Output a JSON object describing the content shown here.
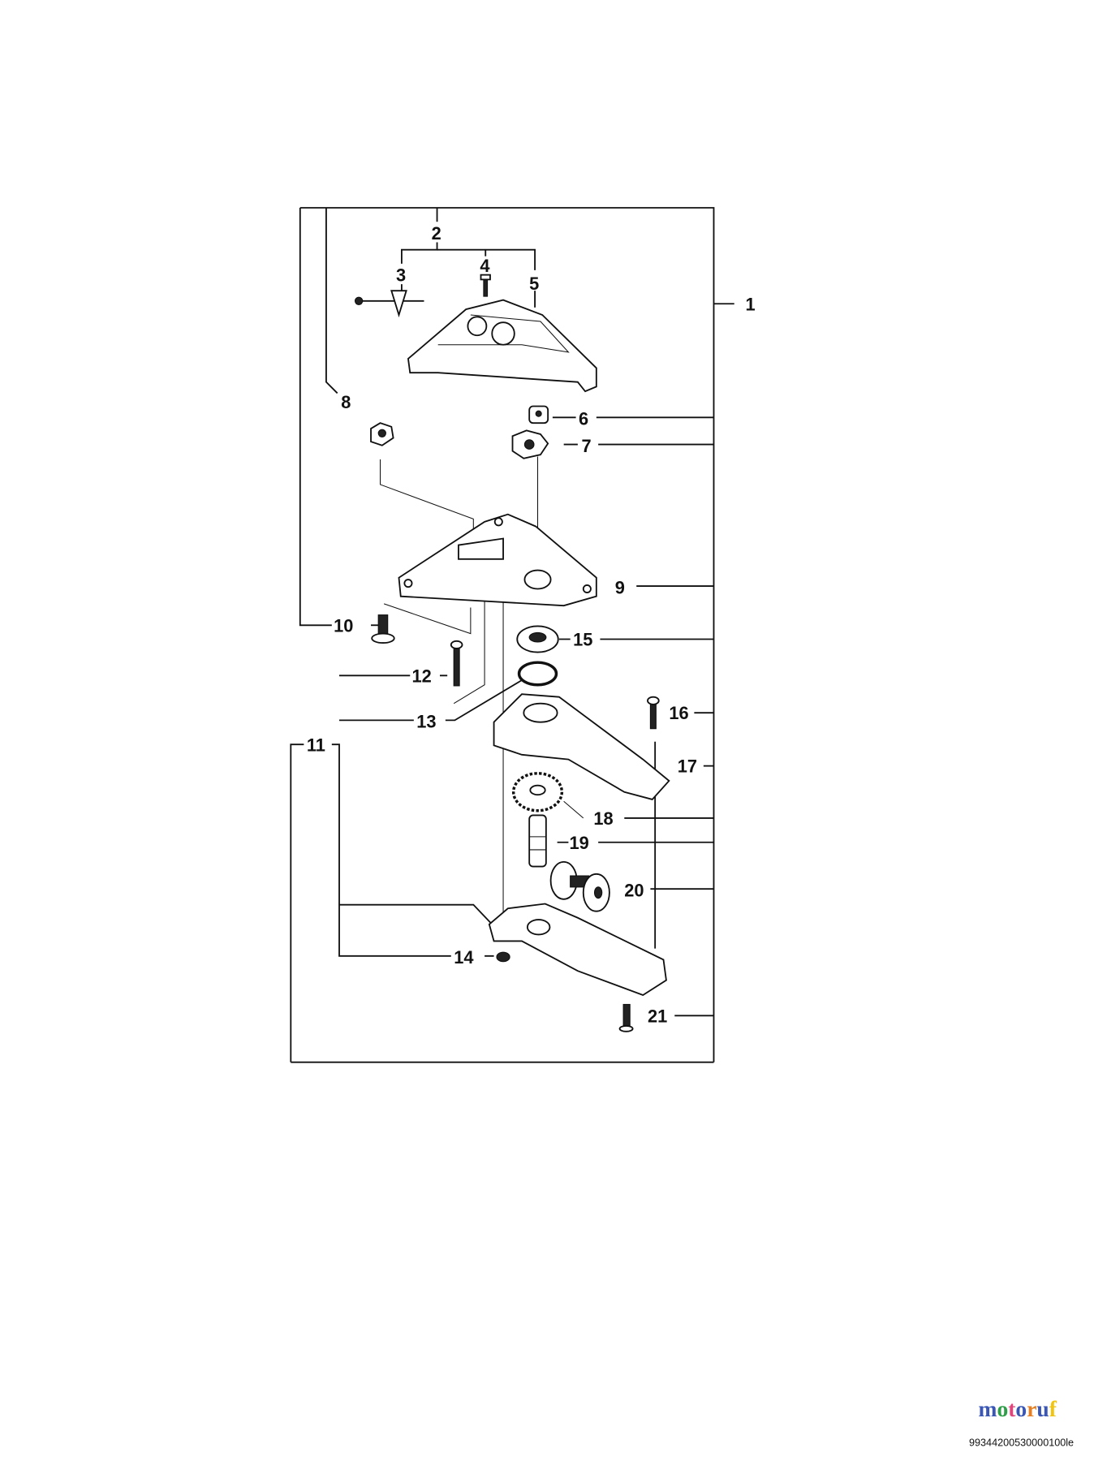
{
  "diagram": {
    "part_numbers": [
      "1",
      "2",
      "3",
      "4",
      "5",
      "6",
      "7",
      "8",
      "9",
      "10",
      "11",
      "12",
      "13",
      "14",
      "15",
      "16",
      "17",
      "18",
      "19",
      "20",
      "21"
    ],
    "drawing_code": "99344200530000100le",
    "watermark": {
      "text": "motoruf",
      "colors": [
        "#3a57b5",
        "#2e9e48",
        "#e0457b",
        "#3a57b5",
        "#e67e22",
        "#f1c40f",
        "#3a57b5"
      ]
    }
  }
}
